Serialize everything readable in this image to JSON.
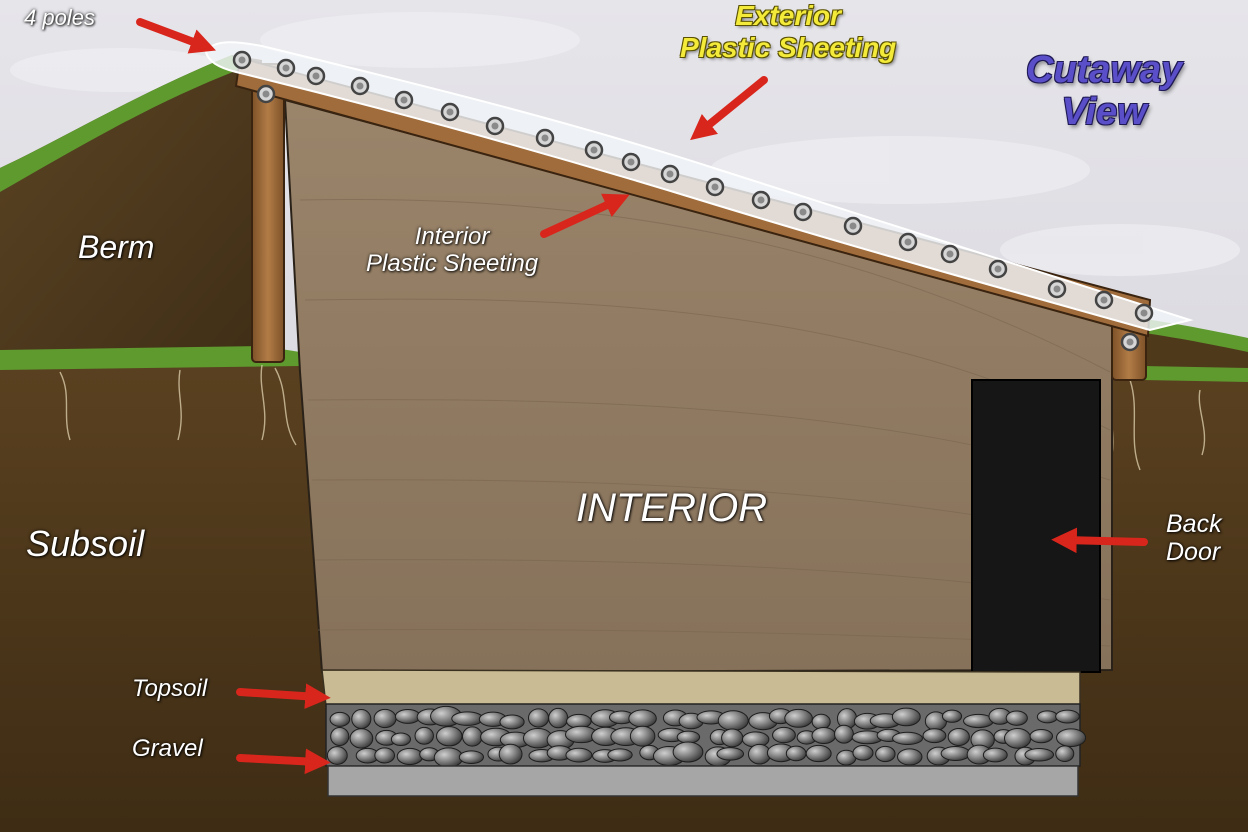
{
  "labels": {
    "poles": "4 poles",
    "exterior_sheeting": [
      "Exterior",
      "Plastic Sheeting"
    ],
    "cutaway": [
      "Cutaway",
      "View"
    ],
    "berm": "Berm",
    "interior_sheeting": [
      "Interior",
      "Plastic Sheeting"
    ],
    "interior": "INTERIOR",
    "subsoil": "Subsoil",
    "back_door": [
      "Back",
      "Door"
    ],
    "topsoil": "Topsoil",
    "gravel": "Gravel"
  },
  "colors": {
    "sky": "#d9d8de",
    "grass": "#5e9a2e",
    "soil_dark": "#4a3518",
    "soil": "#6b4c25",
    "interior_wall": "#917c62",
    "wood": "#9c6a3a",
    "plastic": "#f0f4f8",
    "door": "#161616",
    "topsoil": "#c9bc95",
    "gravel": "#7a7a7a",
    "slab": "#a6a6a6",
    "arrow": "#d9261c",
    "label_yellow": "#f3ea3a",
    "label_purple": "#5a4fc8"
  }
}
